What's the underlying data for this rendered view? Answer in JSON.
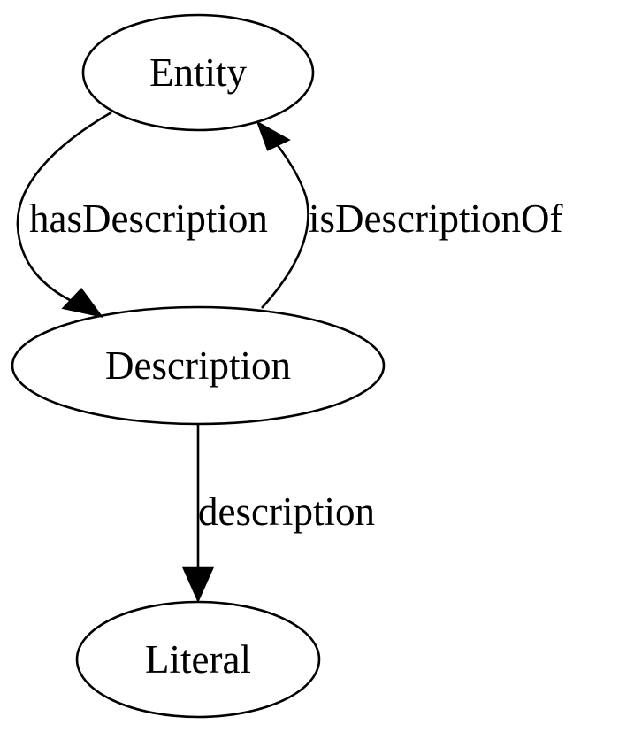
{
  "nodes": {
    "entity": "Entity",
    "description": "Description",
    "literal": "Literal"
  },
  "edges": {
    "has_description": {
      "label": "hasDescription",
      "from": "Entity",
      "to": "Description"
    },
    "is_description_of": {
      "label": "isDescriptionOf",
      "from": "Description",
      "to": "Entity"
    },
    "description": {
      "label": "description",
      "from": "Description",
      "to": "Literal"
    }
  }
}
